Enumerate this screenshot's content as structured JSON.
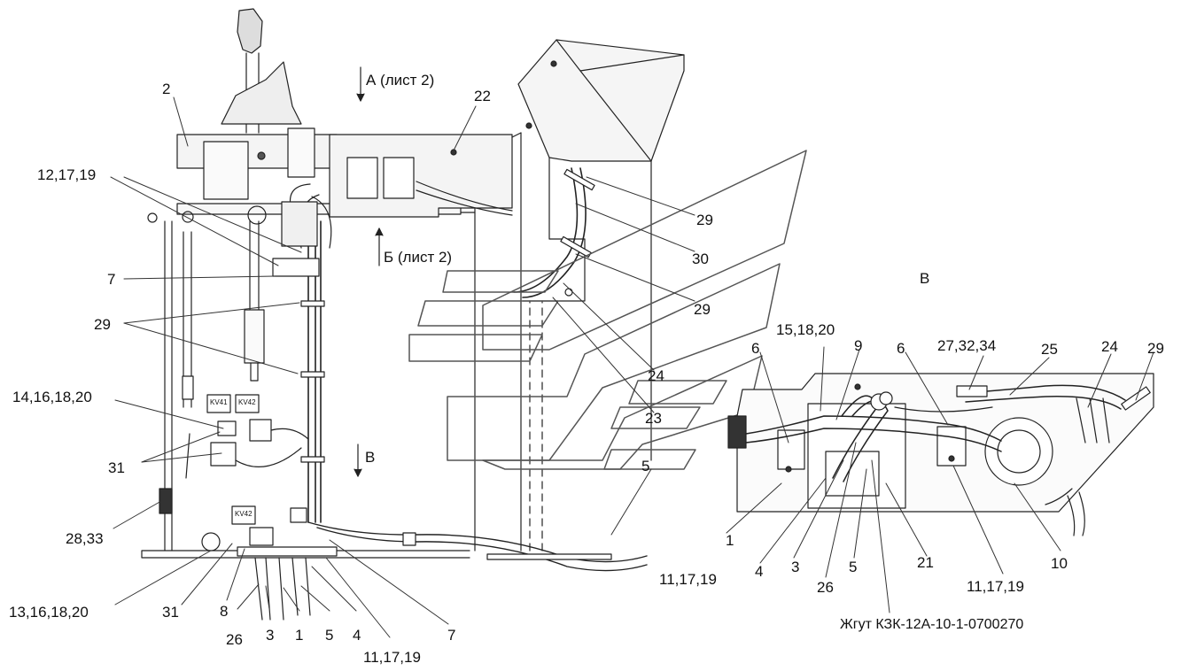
{
  "views": {
    "view_a": "А (лист 2)",
    "view_b": "Б (лист 2)",
    "view_v_arrow": "В",
    "view_v_title": "В"
  },
  "callouts": {
    "c_2": "2",
    "c_22": "22",
    "c_12_17_19": "12,17,19",
    "c_7_left": "7",
    "c_29_left": "29",
    "c_14_16_18_20": "14,16,18,20",
    "c_31_left": "31",
    "c_28_33": "28,33",
    "c_13_16_18_20": "13,16,18,20",
    "c_31_bottom": "31",
    "c_8": "8",
    "c_26_bottom": "26",
    "c_3_bottom": "3",
    "c_1_bottom": "1",
    "c_5_bottom": "5",
    "c_4_bottom": "4",
    "c_11_17_19_bottom": "11,17,19",
    "c_7_bottom": "7",
    "c_29_a": "29",
    "c_30": "30",
    "c_29_b": "29",
    "c_24_mid": "24",
    "c_23": "23",
    "c_5_mid": "5",
    "c_6_left": "6",
    "c_15_18_20": "15,18,20",
    "c_9": "9",
    "c_6_right": "6",
    "c_27_32_34": "27,32,34",
    "c_25": "25",
    "c_24_right": "24",
    "c_29_right": "29",
    "c_1_right": "1",
    "c_11_17_19_r1": "11,17,19",
    "c_4_right": "4",
    "c_3_right": "3",
    "c_26_right": "26",
    "c_5_right": "5",
    "c_21": "21",
    "c_11_17_19_r2": "11,17,19",
    "c_10": "10"
  },
  "component_marks": {
    "kv41": "KV41",
    "kv42a": "KV42",
    "kv42b": "KV42"
  },
  "caption": "Жгут КЗК-12А-10-1-0700270"
}
